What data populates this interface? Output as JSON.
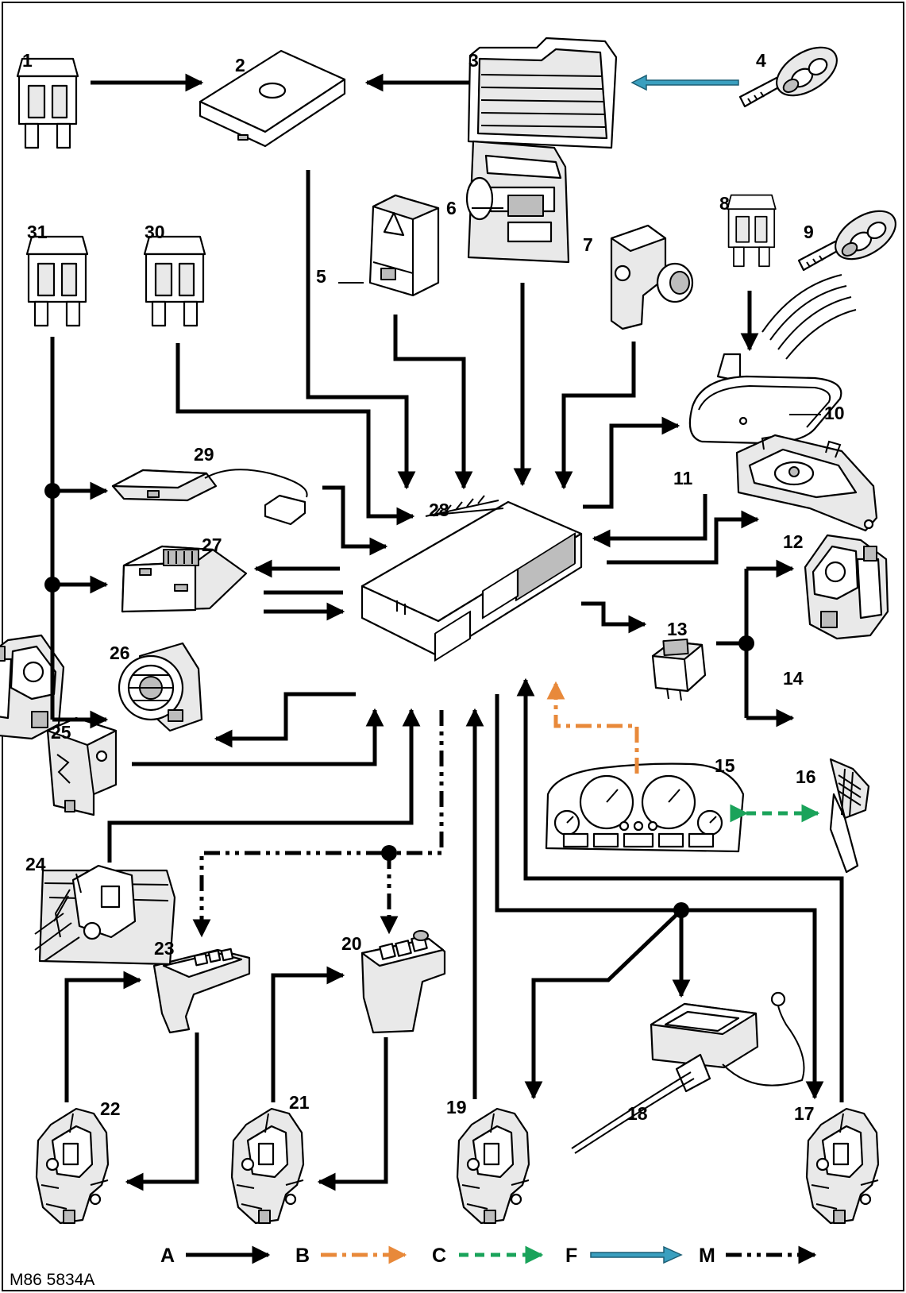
{
  "figure_ref": "M86 5834A",
  "components": [
    {
      "num": "1",
      "kind": "fuse"
    },
    {
      "num": "2",
      "kind": "control-module"
    },
    {
      "num": "3",
      "kind": "heated-rear-window"
    },
    {
      "num": "4",
      "kind": "remote-key"
    },
    {
      "num": "5",
      "kind": "hazard-switch"
    },
    {
      "num": "6",
      "kind": "tailgate-switch"
    },
    {
      "num": "7",
      "kind": "ignition-switch"
    },
    {
      "num": "8",
      "kind": "fuse"
    },
    {
      "num": "9",
      "kind": "remote-key"
    },
    {
      "num": "10",
      "kind": "interior-mirror"
    },
    {
      "num": "11",
      "kind": "wiper-motor"
    },
    {
      "num": "12",
      "kind": "latch"
    },
    {
      "num": "13",
      "kind": "relay"
    },
    {
      "num": "14",
      "kind": "latch"
    },
    {
      "num": "15",
      "kind": "instrument-pack"
    },
    {
      "num": "16",
      "kind": "diagnostic-socket"
    },
    {
      "num": "17",
      "kind": "door-latch"
    },
    {
      "num": "18",
      "kind": "fuel-flap-actuator"
    },
    {
      "num": "19",
      "kind": "door-latch"
    },
    {
      "num": "20",
      "kind": "window-switch-pack"
    },
    {
      "num": "21",
      "kind": "door-latch"
    },
    {
      "num": "22",
      "kind": "door-latch"
    },
    {
      "num": "23",
      "kind": "window-switch-pack"
    },
    {
      "num": "24",
      "kind": "tailgate-latch"
    },
    {
      "num": "25",
      "kind": "tailgate-switch"
    },
    {
      "num": "26",
      "kind": "alarm-sounder"
    },
    {
      "num": "27",
      "kind": "control-module"
    },
    {
      "num": "28",
      "kind": "body-control-unit"
    },
    {
      "num": "29",
      "kind": "sensor"
    },
    {
      "num": "30",
      "kind": "fuse"
    },
    {
      "num": "31",
      "kind": "fuse"
    }
  ],
  "legend": [
    {
      "key": "A",
      "style": "solid-black",
      "color": "#000000"
    },
    {
      "key": "B",
      "style": "dash-dot-orange",
      "color": "#e8893a"
    },
    {
      "key": "C",
      "style": "dashed-green",
      "color": "#1aa35a"
    },
    {
      "key": "F",
      "style": "hollow-blue",
      "color": "#3a9fbf"
    },
    {
      "key": "M",
      "style": "dash-dot-dot-black",
      "color": "#000000"
    }
  ]
}
